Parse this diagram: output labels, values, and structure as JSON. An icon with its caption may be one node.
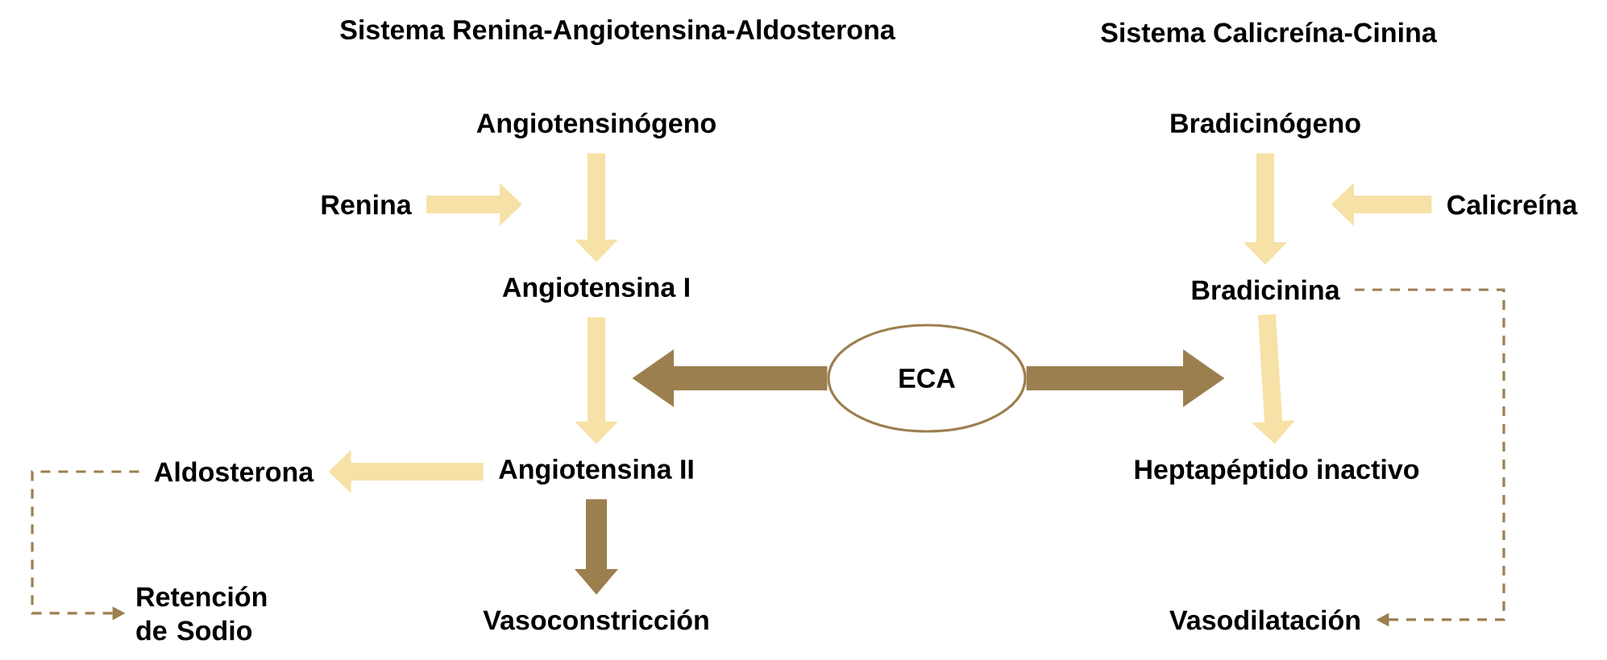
{
  "diagram": {
    "nodes": [
      {
        "text": [
          "Angiotensinógeno"
        ]
      },
      {
        "text": [
          "Renina"
        ]
      },
      {
        "text": [
          "Angiotensina I"
        ]
      },
      {
        "text": [
          "Aldosterona"
        ]
      },
      {
        "text": [
          "Angiotensina II"
        ]
      },
      {
        "text": [
          "Retención de Sodio"
        ]
      },
      {
        "text": [
          "Vasoconstricción"
        ]
      },
      {
        "text": [
          "ECA"
        ]
      },
      {
        "text": [
          "Bradicinógeno"
        ]
      },
      {
        "text": [
          "Calicreína"
        ]
      },
      {
        "text": [
          "Bradicinina"
        ]
      },
      {
        "text": [
          "Heptapéptido inactivo"
        ]
      },
      {
        "text": [
          "Vasodilatación"
        ]
      }
    ],
    "edges": [
      {
        "from": 0,
        "to": 2,
        "arrow": "to"
      },
      {
        "from": 1,
        "to": null,
        "arrow": "to"
      },
      {
        "from": 2,
        "to": 4,
        "arrow": "to"
      },
      {
        "from": 4,
        "to": 3,
        "arrow": "to"
      },
      {
        "from": 4,
        "to": 6,
        "arrow": "to",
        "color": "#9c7f4f"
      },
      {
        "from": 3,
        "to": 5,
        "arrow": "to",
        "style": "dashed",
        "color": "#9c7f4f"
      },
      {
        "from": 7,
        "to": null,
        "arrow": "to",
        "color": "#9c7f4f"
      },
      {
        "from": 7,
        "to": null,
        "arrow": "to",
        "color": "#9c7f4f"
      },
      {
        "from": 8,
        "to": 10,
        "arrow": "to"
      },
      {
        "from": 9,
        "to": null,
        "arrow": "to"
      },
      {
        "from": 10,
        "to": 11,
        "arrow": "to"
      },
      {
        "from": 10,
        "to": 12,
        "arrow": "to",
        "style": "dashed",
        "color": "#9c7f4f"
      }
    ],
    "labels": [
      "Sistema Renina-Angiotensina-Aldosterona",
      "Sistema Calicreína-Cinina"
    ]
  }
}
